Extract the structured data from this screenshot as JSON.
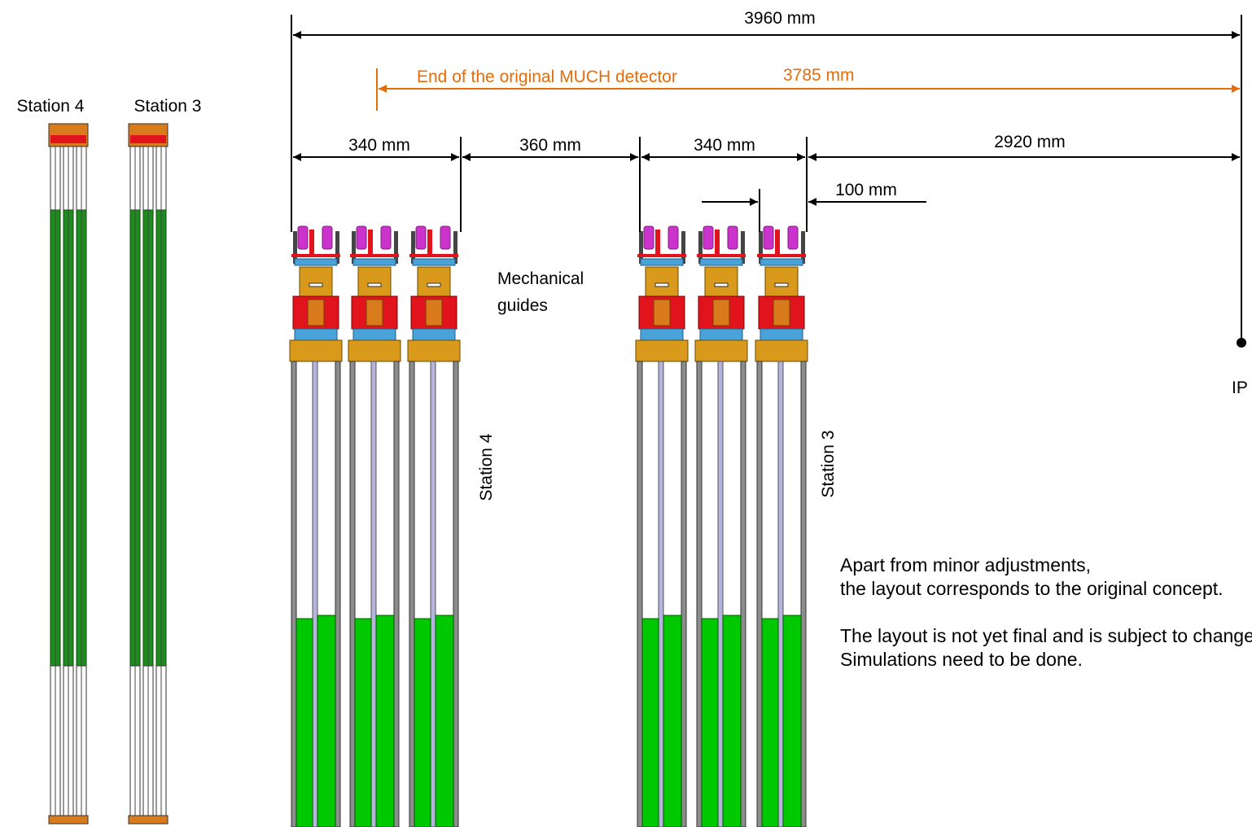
{
  "colors": {
    "dimension_line": "#000000",
    "much_line": "#e46c0a",
    "detector_green": "#00c800",
    "frame_orange": "#d99a1c",
    "frame_red": "#e1141e",
    "mount_magenta": "#cc33cc",
    "mount_blue": "#4aa3d8",
    "support_gray": "#8c8c8c",
    "rod_lavender": "#b4b4dc",
    "thumb_green": "#1e8c1e"
  },
  "thumbnails": {
    "station4_label": "Station 4",
    "station3_label": "Station 3"
  },
  "dimensions": {
    "total": "3960 mm",
    "much_end_label": "End of the original MUCH detector",
    "much_value": "3785 mm",
    "station4_width": "340 mm",
    "gap": "360 mm",
    "station3_width": "340 mm",
    "to_ip": "2920 mm",
    "spacing": "100 mm"
  },
  "labels": {
    "mechanical_guides": [
      "Mechanical",
      "guides"
    ],
    "station4_vertical": "Station 4",
    "station3_vertical": "Station 3",
    "ip": "IP"
  },
  "notes": {
    "line1": "Apart from minor adjustments,",
    "line2": "the layout corresponds to the original concept.",
    "line3": "The layout is not yet final and is subject to change.",
    "line4": "Simulations need to be done."
  }
}
